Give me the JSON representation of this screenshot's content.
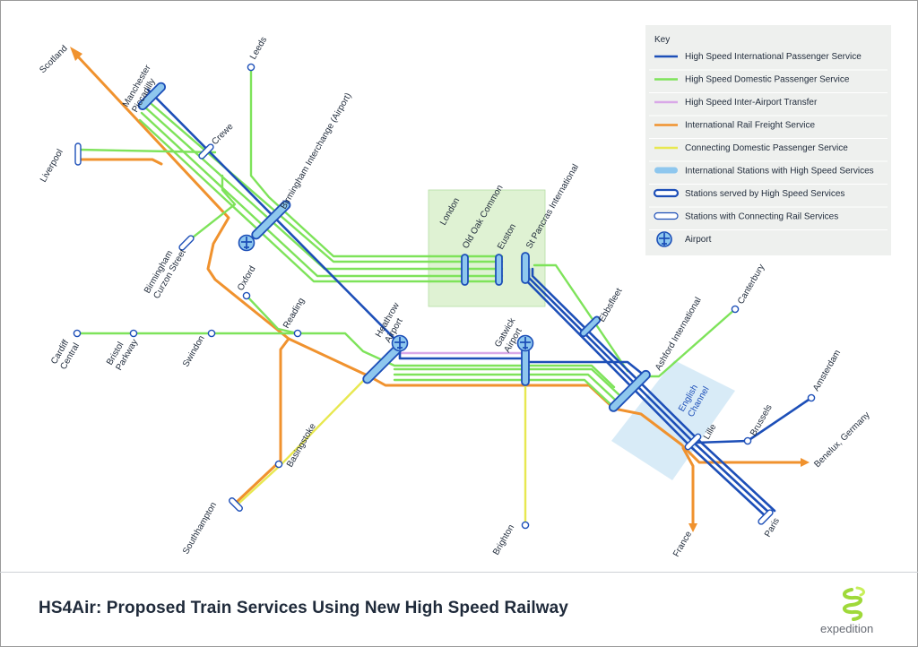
{
  "colors": {
    "intl_passenger": "#1d4fb8",
    "domestic_hs": "#7ee35a",
    "inter_airport": "#d9a8e8",
    "freight": "#f0922e",
    "connecting": "#e8e850",
    "intl_station": "#8ec7ee",
    "london_box": "#dff2d3",
    "channel": "#d8ebf7",
    "key_bg": "#eef0ee"
  },
  "key": {
    "heading": "Key",
    "items": [
      {
        "label": "High Speed International Passenger Service",
        "icon": "line-blue"
      },
      {
        "label": "High Speed Domestic Passenger Service",
        "icon": "line-green"
      },
      {
        "label": "High Speed Inter-Airport Transfer",
        "icon": "line-pink"
      },
      {
        "label": "International Rail Freight Service",
        "icon": "line-orange"
      },
      {
        "label": "Connecting Domestic Passenger Service",
        "icon": "line-yellow"
      },
      {
        "label": "International Stations with High Speed Services",
        "icon": "intl-station-bar"
      },
      {
        "label": "Stations served by High Speed Services",
        "icon": "hs-station-bar"
      },
      {
        "label": "Stations with Connecting Rail Services",
        "icon": "connecting-station-bar"
      },
      {
        "label": "Airport",
        "icon": "airport-icon"
      }
    ]
  },
  "labels": {
    "scotland": "Scotland",
    "manchester": "Manchester\nPiccadilly",
    "leeds": "Leeds",
    "crewe": "Crewe",
    "liverpool": "Liverpool",
    "birmingham_interchange": "Birmingham Interchange (Airport)",
    "birmingham_curzon": "Birmingham\nCurzon Street",
    "oxford": "Oxford",
    "reading": "Reading",
    "cardiff": "Cardiff\nCentral",
    "bristol": "Bristol\nParkway",
    "swindon": "Swindon",
    "heathrow": "Heathrow\nAirport",
    "basingstoke": "Basingstoke",
    "southampton": "Southhampton",
    "london": "London",
    "old_oak": "Old Oak Common",
    "euston": "Euston",
    "st_pancras": "St Pancras International",
    "gatwick": "Gatwick\nAirport",
    "brighton": "Brighton",
    "ebbsfleet": "Ebbsfleet",
    "ashford": "Ashford International",
    "canterbury": "Canterbury",
    "english_channel": "English\nChannel",
    "lille": "Lille",
    "brussels": "Brussels",
    "amsterdam": "Amsterdam",
    "benelux": "Benelux, Germany",
    "france": "France",
    "paris": "Paris"
  },
  "footer": {
    "title": "HS4Air: Proposed Train Services Using New High Speed Railway",
    "brand": "expedition"
  }
}
